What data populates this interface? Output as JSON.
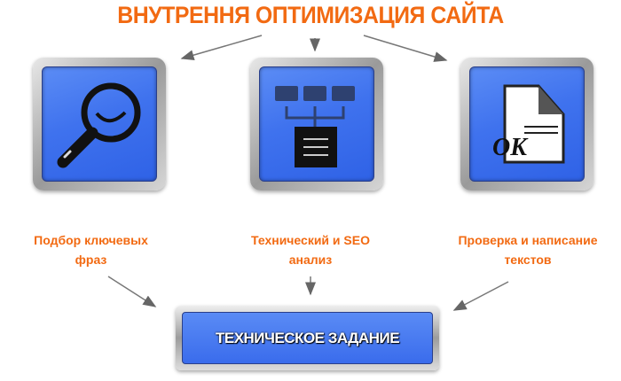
{
  "title": "ВНУТРЕННЯ ОПТИМИЗАЦИЯ САЙТА",
  "steps": [
    {
      "line1": "Подбор ключевых",
      "line2": "фраз",
      "icon": "magnifier-icon"
    },
    {
      "line1": "Технический и SEO",
      "line2": "анализ",
      "icon": "structure-icon"
    },
    {
      "line1": "Проверка и написание",
      "line2": "текстов",
      "icon": "document-ok-icon"
    }
  ],
  "result": "ТЕХНИЧЕСКОЕ ЗАДАНИЕ",
  "ok_text": "OK",
  "colors": {
    "accent": "#f26a12",
    "tile": "#3f72ee"
  }
}
